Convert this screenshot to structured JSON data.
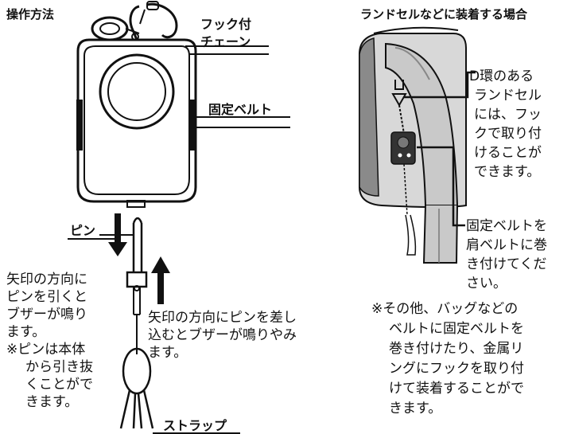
{
  "left_panel": {
    "title": "操作方法",
    "labels": {
      "hook_chain": [
        "フック付",
        "チェーン"
      ],
      "fixed_belt": "固定ベルト",
      "pin": "ピン",
      "strap": "ストラップ"
    },
    "notes": {
      "pull_pin": [
        "矢印の方向に",
        "ピンを引くと",
        "ブザーが鳴り",
        "ます。"
      ],
      "pin_removable": [
        "※ピンは本体",
        "から引き抜",
        "くことがで",
        "きます。"
      ],
      "insert_pin": [
        "矢印の方向にピンを差し",
        "込むとブザーが鳴りやみ",
        "ます。"
      ]
    }
  },
  "right_panel": {
    "title": "ランドセルなどに装着する場合",
    "notes": {
      "d_ring": [
        "D環のある",
        "ランドセル",
        "には、フッ",
        "クで取り付",
        "けることが",
        "できます。"
      ],
      "shoulder_belt": [
        "固定ベルトを",
        "肩ベルトに巻",
        "き付けてくだ",
        "さい。"
      ],
      "other": [
        "※その他、バッグなどの",
        "ベルトに固定ベルトを",
        "巻き付けたり、金属リ",
        "ングにフックを取り付",
        "けて装着することがで",
        "きます。"
      ]
    }
  },
  "colors": {
    "ink": "#111111",
    "bag_gray": "#c9c9c9",
    "bag_dark": "#555555",
    "device_dark": "#333333"
  }
}
